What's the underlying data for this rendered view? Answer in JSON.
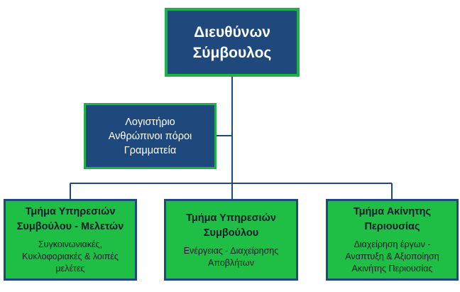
{
  "ceo": {
    "title_line1": "Διευθύνων",
    "title_line2": "Σύμβουλος"
  },
  "support": {
    "items": [
      "Λογιστήριο",
      "Ανθρώπινοι πόροι",
      "Γραμματεία"
    ]
  },
  "departments": [
    {
      "title_line1": "Τμήμα Υπηρεσιών",
      "title_line2": "Συμβούλου - Μελετών",
      "desc_lines": [
        "Συγκοινωνιακές,",
        "Κυκλοφοριακές & λοιπές",
        "μελέτες"
      ]
    },
    {
      "title_line1": "Τμήμα Υπηρεσιών",
      "title_line2": "Συμβούλου",
      "desc_lines": [
        "Ενέργειας - Διαχείρησης",
        "Αποβλήτων"
      ]
    },
    {
      "title_line1": "Τμήμα Ακίνητης",
      "title_line2": "Περιουσίας",
      "desc_lines": [
        "Διαχείρηση έργων -",
        "Αναπτυξη & Αξιοποίηση",
        "Ακινήτης Περιουσίας"
      ]
    }
  ],
  "colors": {
    "navy": "#1f497d",
    "green": "#1fbf45",
    "green_border": "#1fb04a"
  }
}
